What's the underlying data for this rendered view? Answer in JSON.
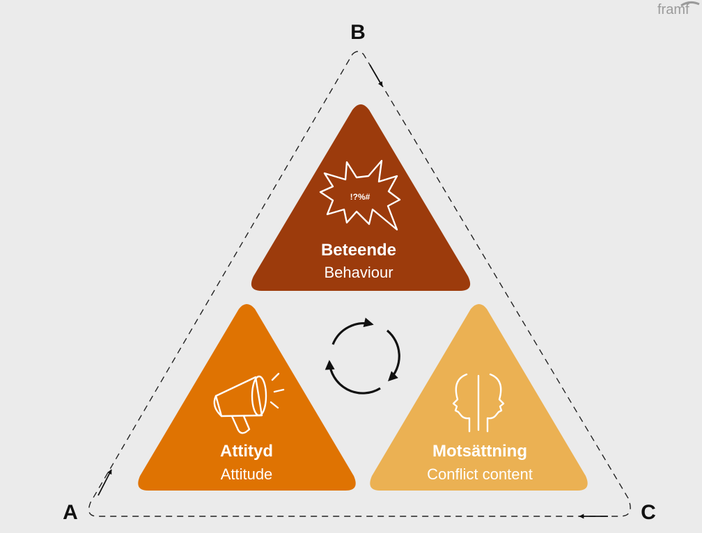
{
  "logo": {
    "text": "framf"
  },
  "vertices": {
    "a": "A",
    "b": "B",
    "c": "C"
  },
  "triangles": {
    "behaviour": {
      "title": "Beteende",
      "subtitle": "Behaviour",
      "icon": "speech-burst-icon",
      "icon_text": "!?%#",
      "color": "#9c3b0c"
    },
    "attitude": {
      "title": "Attityd",
      "subtitle": "Attitude",
      "icon": "megaphone-icon",
      "color": "#df7302"
    },
    "conflict": {
      "title": "Motsättning",
      "subtitle": "Conflict content",
      "icon": "two-faces-icon",
      "color": "#ebb153"
    }
  },
  "center_icon": "cycle-arrows-icon",
  "colors": {
    "background": "#ebebeb",
    "outline": "#111111"
  }
}
